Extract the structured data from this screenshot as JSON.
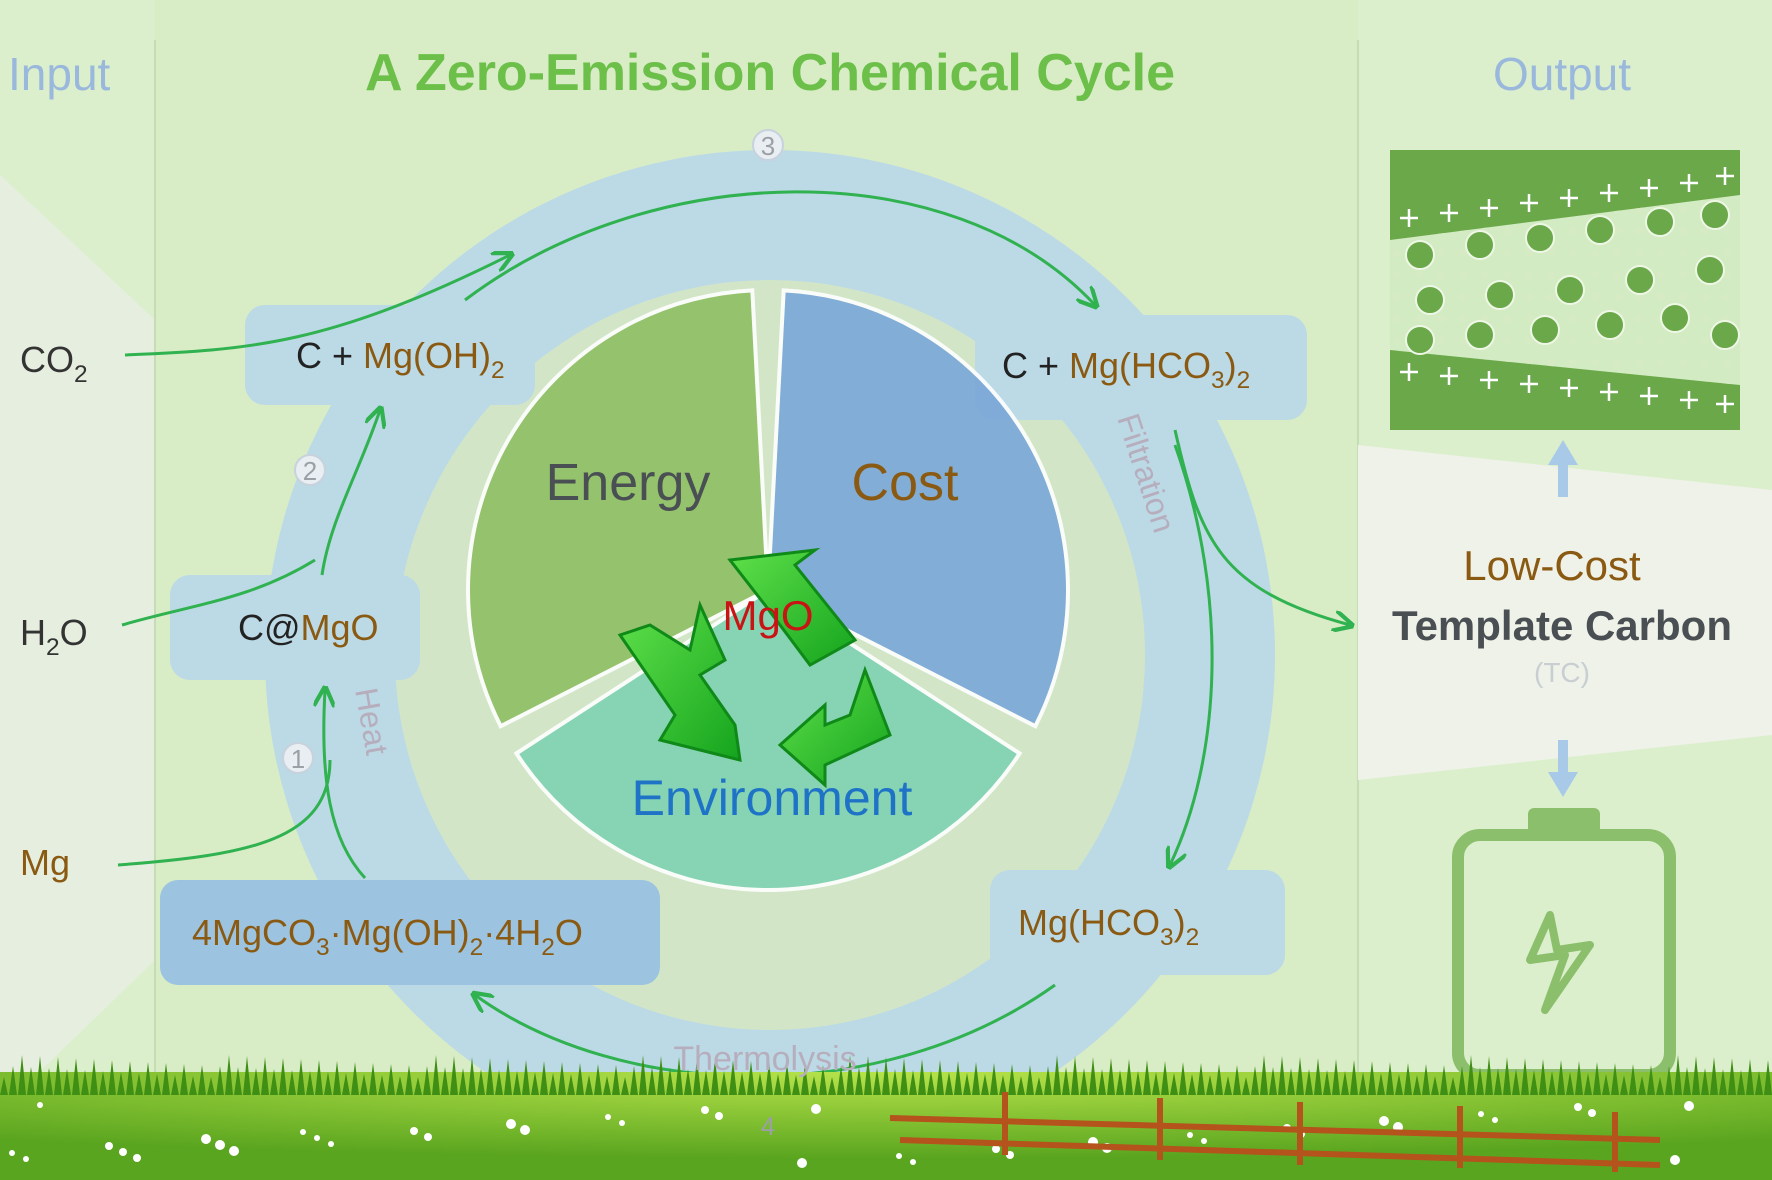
{
  "header": {
    "input_label": "Input",
    "title": "A Zero-Emission Chemical Cycle",
    "output_label": "Output"
  },
  "inputs": [
    {
      "main": "CO",
      "sub": "2"
    },
    {
      "sub": "2",
      "main": "O",
      "prefix": "H"
    },
    {
      "main": "Mg"
    }
  ],
  "steps": [
    "1",
    "2",
    "3",
    "4"
  ],
  "species": {
    "c_mg_oh2": {
      "c_part": "C + ",
      "mg_part": "Mg(OH)",
      "sub": "2"
    },
    "c_at_mgo": {
      "c_part": "C@",
      "mg_part": "MgO"
    },
    "c_mg_hco3_2": {
      "c_part": "C + ",
      "mg_a": "Mg(HCO",
      "sub1": "3",
      "mg_b": ")",
      "sub2": "2"
    },
    "mg_hco3_2": {
      "a": "Mg(HCO",
      "sub1": "3",
      "b": ")",
      "sub2": "2"
    },
    "basic_carbonate": {
      "a": "4MgCO",
      "sub1": "3",
      "b": "·Mg(OH)",
      "sub2": "2",
      "c": "·4H",
      "sub3": "2",
      "d": "O"
    }
  },
  "process_labels": {
    "heat": "Heat",
    "filtration": "Filtration",
    "thermolysis": "Thermolysis"
  },
  "center": {
    "energy": "Energy",
    "cost": "Cost",
    "environment": "Environment",
    "core": "MgO"
  },
  "product": {
    "line1": "Low-Cost",
    "line2": "Template Carbon",
    "abbr": "(TC)"
  },
  "colors": {
    "background": "#cfe7b8",
    "ring": "#bcd9e6",
    "energy": "#8fbf63",
    "cost": "#7aa7d8",
    "environment": "#7ed3b1",
    "arrow": "#2fb24f",
    "mg_text": "#8a5a12",
    "core_text": "#c81414",
    "title": "#6cc04a",
    "label_blue": "#8fb0d6"
  },
  "icons": [
    "recycle-icon",
    "capacitor-icon",
    "battery-icon",
    "grass-field",
    "fence"
  ]
}
